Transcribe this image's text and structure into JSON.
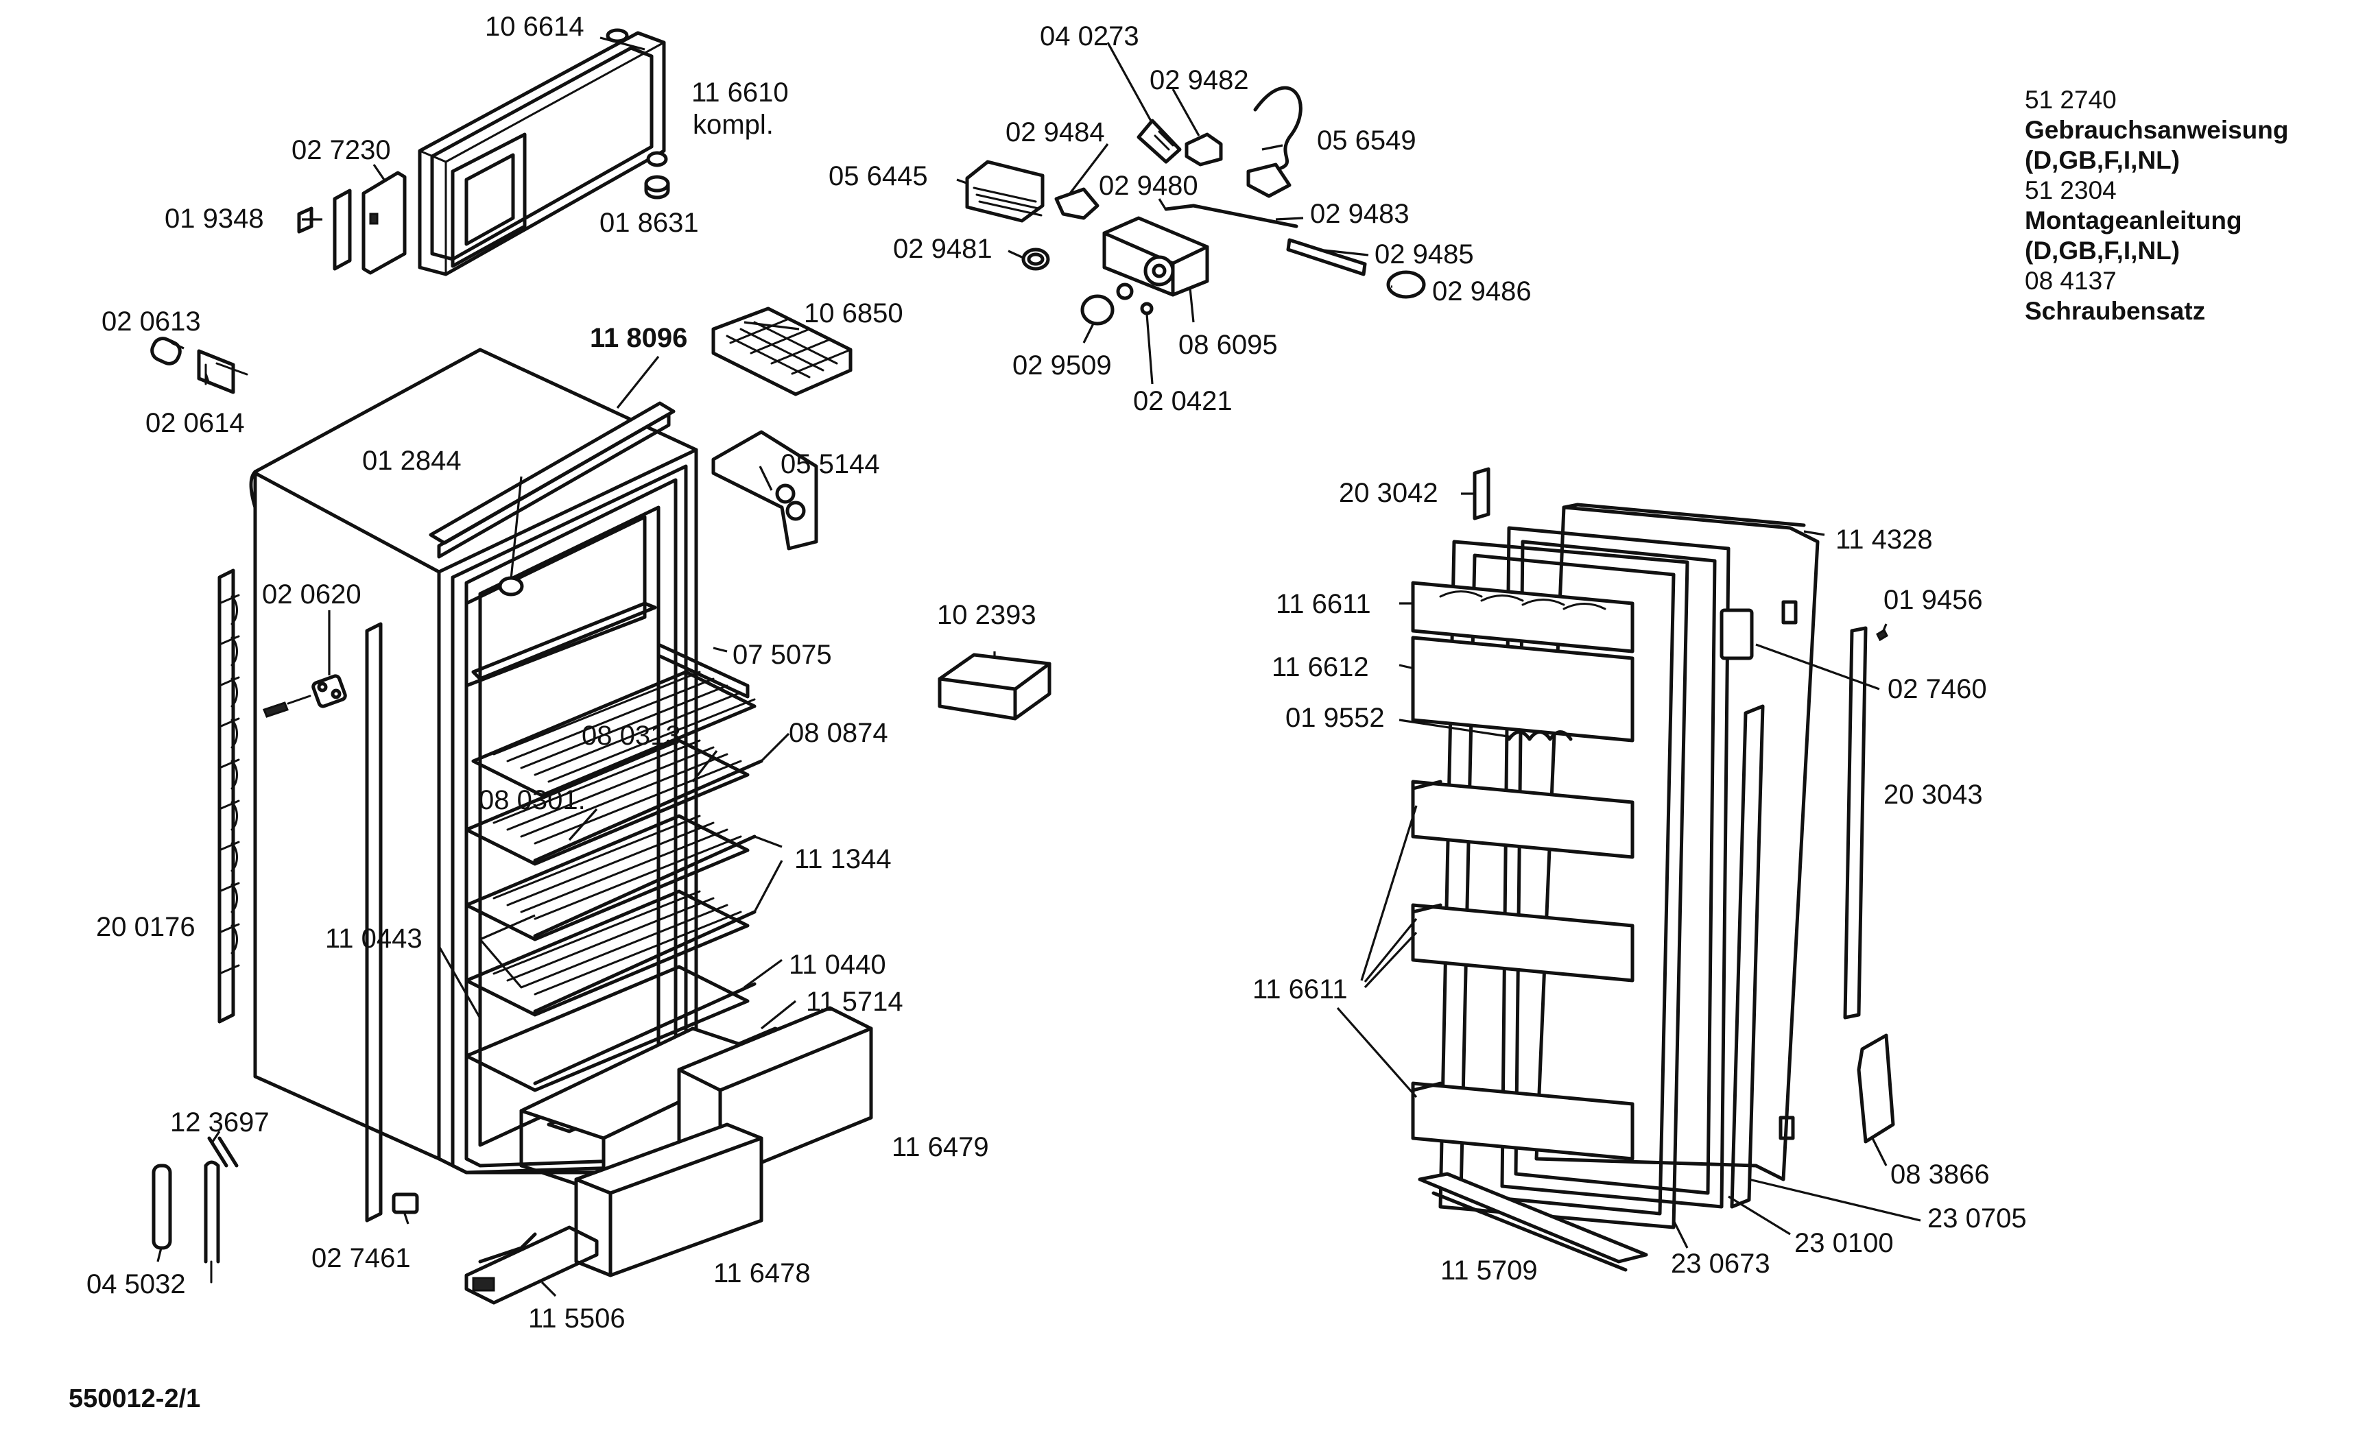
{
  "parts": {
    "p106614": "10 6614",
    "p116610": "11 6610",
    "p116610_sub": "kompl.",
    "p027230": "02 7230",
    "p019348": "01 9348",
    "p018631": "01 8631",
    "p020613": "02 0613",
    "p020614": "02 0614",
    "p118096": "11 8096",
    "p106850": "10 6850",
    "p012844": "01 2844",
    "p055144": "05 5144",
    "p020620": "02 0620",
    "p075075": "07 5075",
    "p102393": "10 2393",
    "p080313": "08 0313.",
    "p080874": "08 0874",
    "p080301": "08 0301.",
    "p111344": "11 1344",
    "p200176": "20 0176",
    "p110443": "11 0443",
    "p110440": "11 0440",
    "p115714": "11 5714",
    "p116479": "11 6479",
    "p123697": "12 3697",
    "p045032": "04 5032",
    "p027461": "02 7461",
    "p116478": "11 6478",
    "p115506": "11 5506",
    "p040273": "04 0273",
    "p029482": "02 9482",
    "p029484": "02 9484",
    "p056549": "05 6549",
    "p056445": "05 6445",
    "p029480": "02 9480",
    "p029483": "02 9483",
    "p029481": "02 9481",
    "p029485": "02 9485",
    "p029486": "02 9486",
    "p029509": "02 9509",
    "p086095": "08 6095",
    "p020421": "02 0421",
    "p203042": "20 3042",
    "p114328": "11 4328",
    "p116611a": "11 6611",
    "p116612": "11 6612",
    "p019552": "01 9552",
    "p019456": "01 9456",
    "p027460": "02 7460",
    "p203043": "20 3043",
    "p116611b": "11 6611",
    "p083866": "08 3866",
    "p230705": "23 0705",
    "p230100": "23 0100",
    "p115709": "11 5709",
    "p230673": "23 0673"
  },
  "docs": {
    "d1_num": "51 2740",
    "d1_text": "Gebrauchsanweisung",
    "d1_lang": "(D,GB,F,I,NL)",
    "d2_num": "51 2304",
    "d2_text": "Montageanleitung",
    "d2_lang": "(D,GB,F,I,NL)",
    "d3_num": "08 4137",
    "d3_text": "Schraubensatz"
  },
  "footer": {
    "drawing_id": "550012-2/1"
  }
}
